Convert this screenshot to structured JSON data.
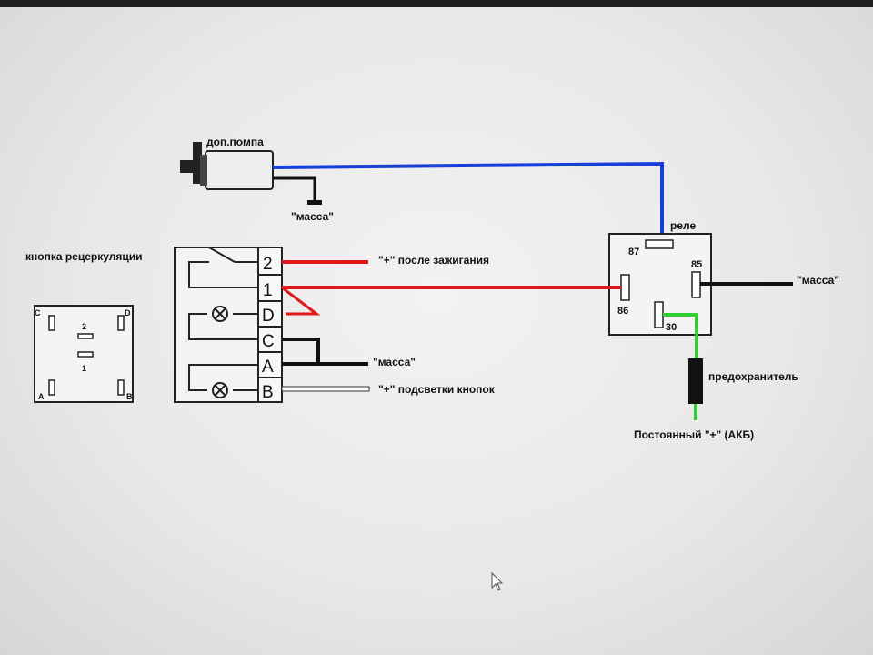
{
  "colors": {
    "blue_wire": "#1a3fd6",
    "red_wire": "#e01818",
    "green_wire": "#2ecf2e",
    "black_wire": "#111111",
    "white_wire": "#f5f5f5"
  },
  "labels": {
    "pump": "доп.помпа",
    "pump_ground": "\"масса\"",
    "relay": "реле",
    "button": "кнопка рецеркуляции",
    "ignition": "\"+\" после зажигания",
    "relay_ground": "\"масса\"",
    "button_ground": "\"масса\"",
    "backlight": "\"+\" подсветки кнопок",
    "fuse": "предохранитель",
    "battery": "Постоянный \"+\" (АКБ)"
  },
  "relay_pins": {
    "p87": "87",
    "p85": "85",
    "p86": "86",
    "p30": "30"
  },
  "button_terminals": [
    "2",
    "1",
    "D",
    "C",
    "A",
    "B"
  ],
  "connector_view": {
    "corner_c": "C",
    "corner_d": "D",
    "corner_a": "A",
    "corner_b": "B",
    "pin_2": "2",
    "pin_1": "1"
  },
  "cursor": "arrow-cursor-icon"
}
